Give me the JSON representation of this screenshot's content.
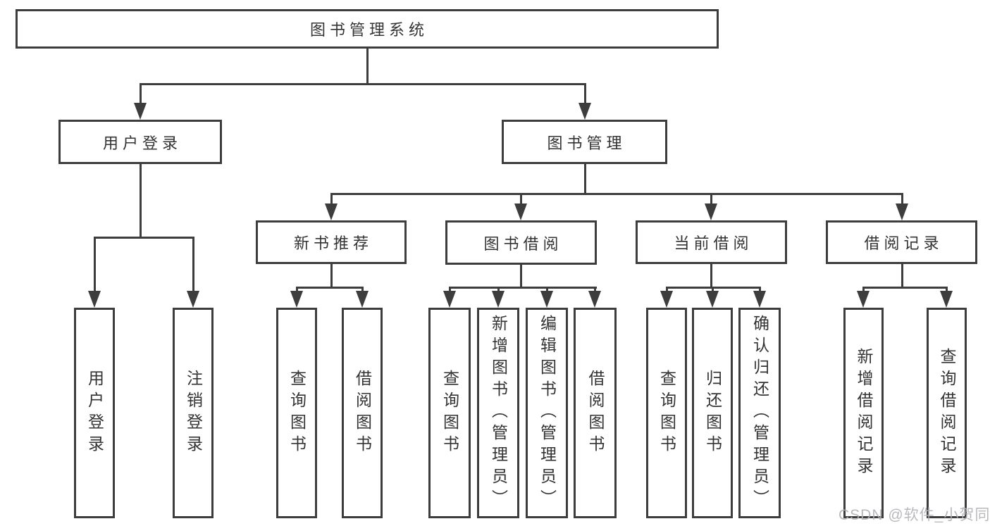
{
  "diagram": {
    "root": {
      "label": "图书管理系统"
    },
    "level2": {
      "user_login": {
        "label": "用户登录"
      },
      "book_mgmt": {
        "label": "图书管理"
      }
    },
    "level3": {
      "new_book_rec": {
        "label": "新书推荐"
      },
      "book_borrow": {
        "label": "图书借阅"
      },
      "current_borrow": {
        "label": "当前借阅"
      },
      "borrow_record": {
        "label": "借阅记录"
      }
    },
    "leaves": {
      "user_login": [
        "用户登录",
        "注销登录"
      ],
      "new_book_rec": [
        "查询图书",
        "借阅图书"
      ],
      "book_borrow": [
        "查询图书",
        "新增图书（管理员）",
        "编辑图书（管理员）",
        "借阅图书"
      ],
      "current_borrow": [
        "查询图书",
        "归还图书",
        "确认归还（管理员）"
      ],
      "borrow_record": [
        "新增借阅记录",
        "查询借阅记录"
      ]
    }
  },
  "watermark": {
    "text": "CSDN @软件_小贺同学"
  },
  "colors": {
    "line": "#3d3d3d",
    "text": "#333333",
    "watermark": "#b2b2b6",
    "background": "#ffffff"
  }
}
